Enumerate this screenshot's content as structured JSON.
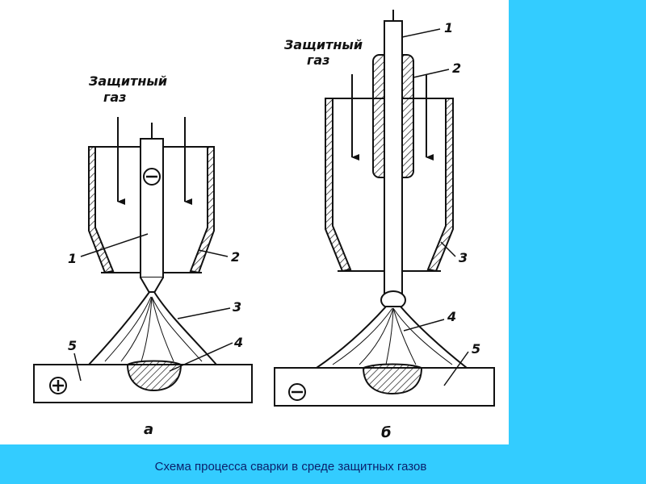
{
  "diagram": {
    "panel_a": {
      "gas_label_line1": "Защитный",
      "gas_label_line2": "газ",
      "label_1": "1",
      "label_2": "2",
      "label_3": "3",
      "label_4": "4",
      "label_5": "5",
      "electrode_sign": "⊖",
      "workpiece_sign": "⊕",
      "caption": "а"
    },
    "panel_b": {
      "gas_label_line1": "Защитный",
      "gas_label_line2": "газ",
      "label_1": "1",
      "label_2": "2",
      "label_3": "3",
      "label_4": "4",
      "label_5": "5",
      "workpiece_sign": "⊖",
      "caption": "б"
    }
  },
  "caption": "Схема процесса сварки в среде защитных газов",
  "colors": {
    "background": "#33ccff",
    "panel": "#ffffff",
    "ink": "#111111",
    "caption_text": "#0b1f6b"
  }
}
